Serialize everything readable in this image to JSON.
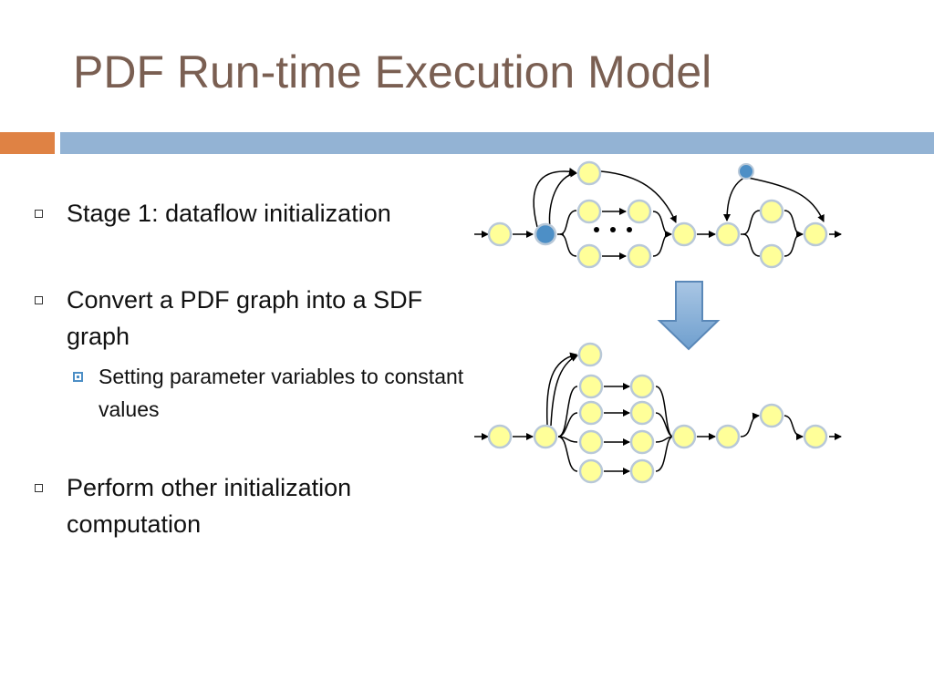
{
  "slide": {
    "title": "PDF Run-time Execution Model",
    "bullets": [
      "Stage 1: dataflow initialization",
      "Convert a PDF graph into a SDF graph",
      "Setting parameter variables to constant values",
      "Perform other initialization computation"
    ]
  },
  "colors": {
    "title": "#7a5f52",
    "accent_orange": "#df8244",
    "accent_blue": "#93b3d4",
    "node_fill": "#ffff99",
    "node_border": "#b8c8d8",
    "param_node": "#4d8fc6",
    "arrow": "#7aa5cc"
  },
  "icons": [
    "square-bullet-icon",
    "filled-square-bullet-icon",
    "down-arrow-icon",
    "ellipsis-icon"
  ]
}
